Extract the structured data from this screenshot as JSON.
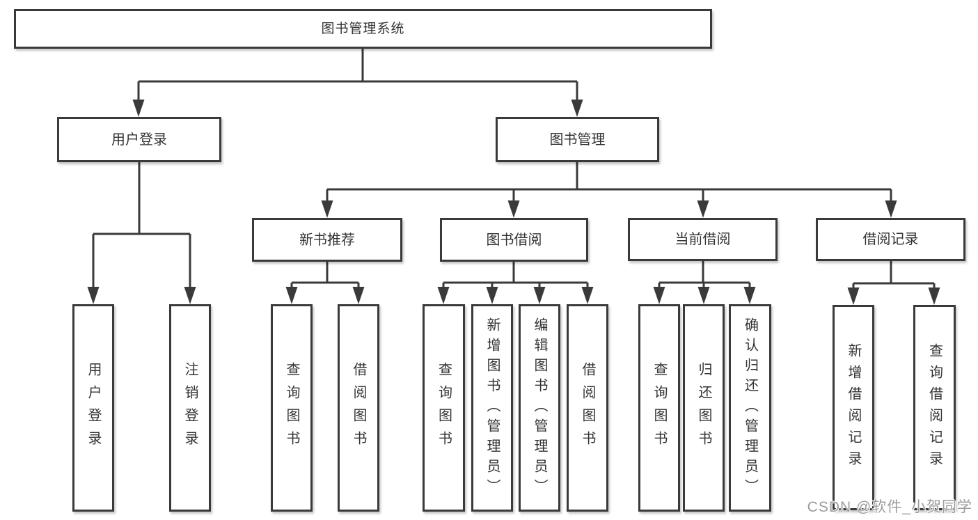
{
  "diagram": {
    "type": "tree",
    "root": {
      "label": "图书管理系统",
      "children": [
        {
          "label": "用户登录",
          "children": [
            {
              "label": "用户登录"
            },
            {
              "label": "注销登录"
            }
          ]
        },
        {
          "label": "图书管理",
          "children": [
            {
              "label": "新书推荐",
              "children": [
                {
                  "label": "查询图书"
                },
                {
                  "label": "借阅图书"
                }
              ]
            },
            {
              "label": "图书借阅",
              "children": [
                {
                  "label": "查询图书"
                },
                {
                  "label": "新增图书（管理员）"
                },
                {
                  "label": "编辑图书（管理员）"
                },
                {
                  "label": "借阅图书"
                }
              ]
            },
            {
              "label": "当前借阅",
              "children": [
                {
                  "label": "查询图书"
                },
                {
                  "label": "归还图书"
                },
                {
                  "label": "确认归还（管理员）"
                }
              ]
            },
            {
              "label": "借阅记录",
              "children": [
                {
                  "label": "新增借阅记录"
                },
                {
                  "label": "查询借阅记录"
                }
              ]
            }
          ]
        }
      ]
    }
  },
  "watermark": {
    "text": "CSDN @软件_小贺同学"
  },
  "colors": {
    "line": "#3a3a3a",
    "box_border": "#3a3a3a",
    "box_background": "#ffffff",
    "text": "#333333",
    "watermark": "#9c9c9c",
    "background": "#ffffff"
  }
}
